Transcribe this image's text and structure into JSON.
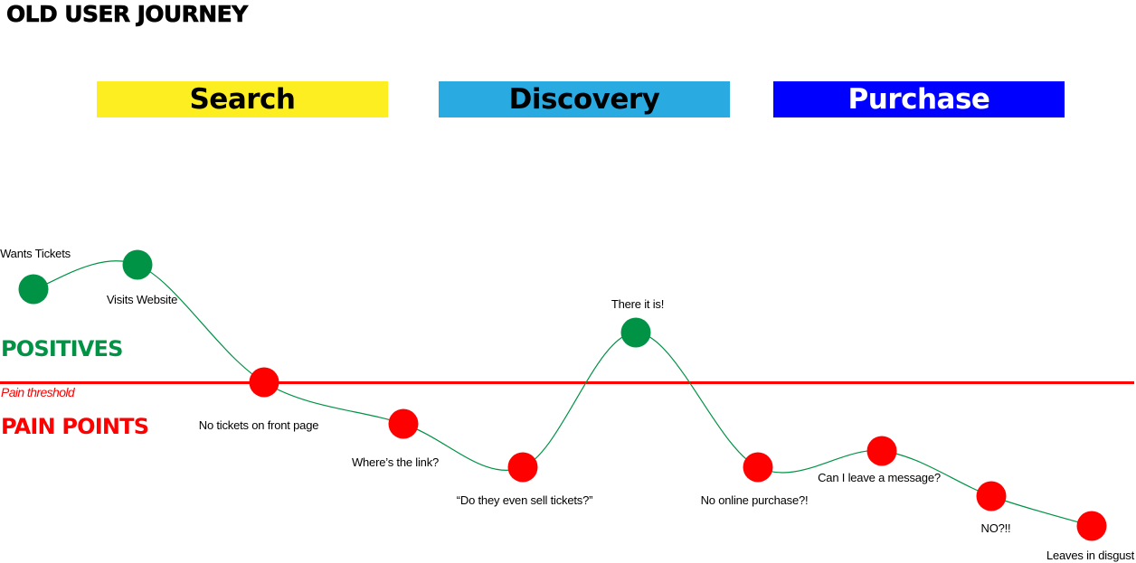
{
  "title": "OLD USER JOURNEY",
  "stages": [
    {
      "label": "Search",
      "color": "#FCEE21",
      "text_color": "#000000"
    },
    {
      "label": "Discovery",
      "color": "#29ABE2",
      "text_color": "#000000"
    },
    {
      "label": "Purchase",
      "color": "#0000FF",
      "text_color": "#FFFFFF"
    }
  ],
  "zones": {
    "positives": "POSITIVES",
    "pain_points": "PAIN POINTS",
    "threshold": "Pain threshold"
  },
  "colors": {
    "positive": "#009245",
    "pain": "#FF0000",
    "curve": "#009245"
  },
  "points": [
    {
      "label": "Wants Tickets",
      "type": "positive"
    },
    {
      "label": "Visits Website",
      "type": "positive"
    },
    {
      "label": "No tickets on front page",
      "type": "pain"
    },
    {
      "label": "Where’s the link?",
      "type": "pain"
    },
    {
      "label": "“Do they even sell tickets?”",
      "type": "pain"
    },
    {
      "label": "There it is!",
      "type": "positive"
    },
    {
      "label": "No online purchase?!",
      "type": "pain"
    },
    {
      "label": "Can I leave a message?",
      "type": "pain"
    },
    {
      "label": "NO?!!",
      "type": "pain"
    },
    {
      "label": "Leaves in disgust",
      "type": "pain"
    }
  ]
}
